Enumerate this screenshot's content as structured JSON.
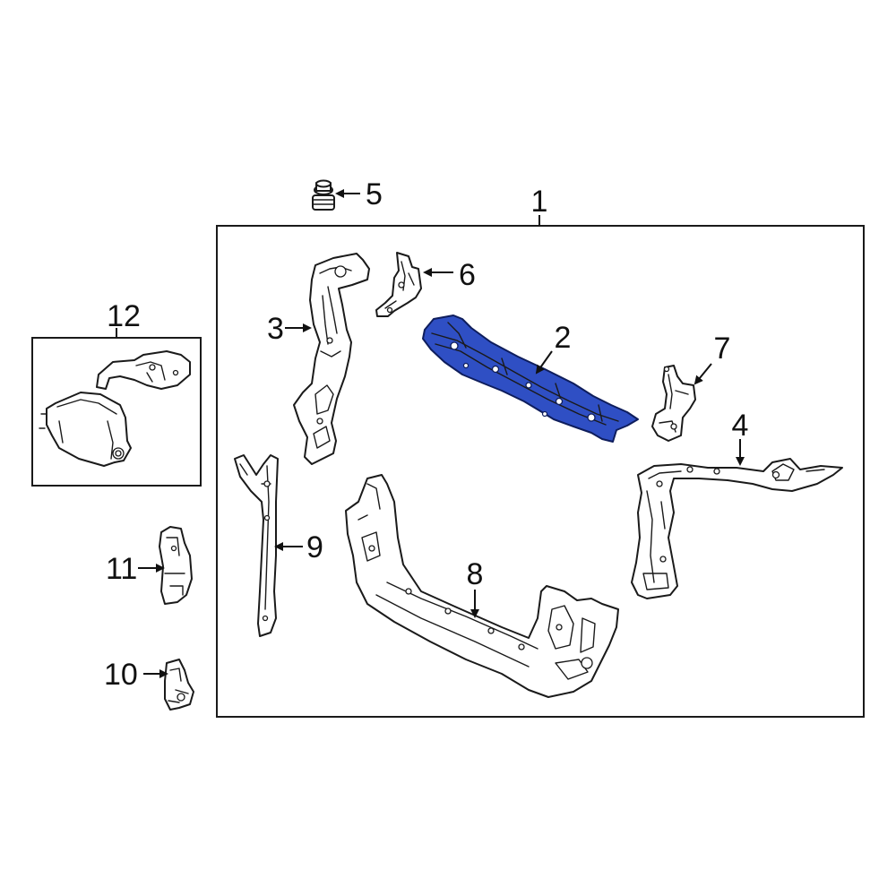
{
  "callouts": {
    "c1": "1",
    "c2": "2",
    "c3": "3",
    "c4": "4",
    "c5": "5",
    "c6": "6",
    "c7": "7",
    "c8": "8",
    "c9": "9",
    "c10": "10",
    "c11": "11",
    "c12": "12"
  },
  "colors": {
    "highlight": "#2f4fc4",
    "outline": "#1a1a1a",
    "background": "#ffffff"
  }
}
